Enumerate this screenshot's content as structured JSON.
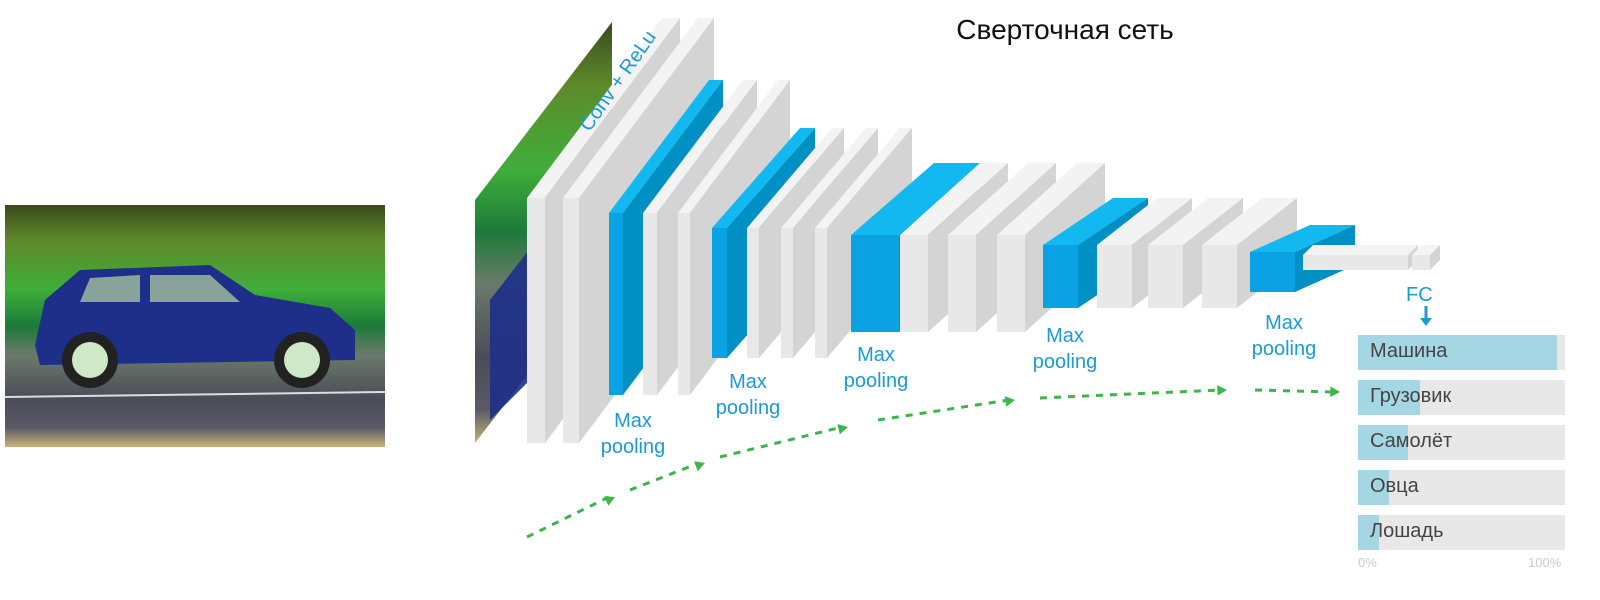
{
  "title": "Сверточная сеть",
  "conv_label": "Conv + ReLu",
  "pool_labels": [
    {
      "line1": "Max",
      "line2": "pooling"
    },
    {
      "line1": "Max",
      "line2": "pooling"
    },
    {
      "line1": "Max",
      "line2": "pooling"
    },
    {
      "line1": "Max",
      "line2": "pooling"
    },
    {
      "line1": "Max",
      "line2": "pooling"
    }
  ],
  "fc_label": "FC",
  "colors": {
    "accent": "#1a9bd7",
    "bar_fill": "#a5d6e3",
    "bar_bg": "#e8e8e8",
    "arrow": "#3cb54a"
  },
  "chart_data": {
    "type": "bar",
    "orientation": "horizontal",
    "categories": [
      "Машина",
      "Грузовик",
      "Самолёт",
      "Овца",
      "Лошадь"
    ],
    "values": [
      96,
      30,
      24,
      15,
      10
    ],
    "xlim": [
      0,
      100
    ],
    "tick_labels": [
      "0%",
      "100%"
    ]
  }
}
